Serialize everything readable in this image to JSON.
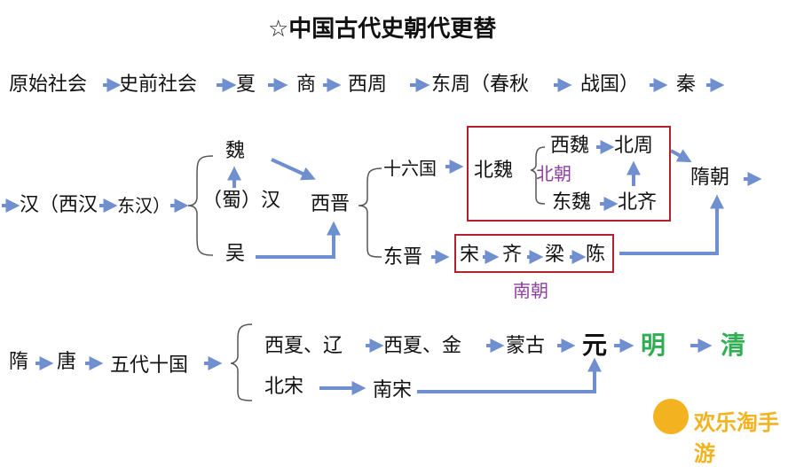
{
  "title": "☆中国古代史朝代更替",
  "row1": {
    "items": [
      "原始社会",
      "史前社会",
      "夏",
      "商",
      "西周",
      "东周（春秋",
      "战国）",
      "秦"
    ]
  },
  "row2": {
    "han": "汉（西汉",
    "donghan": "东汉）",
    "wei": "魏",
    "shuhan": "（蜀）汉",
    "wu": "吴",
    "xijin": "西晋",
    "shiliuguo": "十六国",
    "beiwei": "北魏",
    "beichao": "北朝",
    "xiwei": "西魏",
    "beizhou": "北周",
    "dongwei": "东魏",
    "beiqi": "北齐",
    "suichao": "隋朝",
    "dongjin": "东晋",
    "song": "宋",
    "qi": "齐",
    "liang": "梁",
    "chen": "陈",
    "nanchao": "南朝"
  },
  "row3": {
    "sui": "隋",
    "tang": "唐",
    "wudai": "五代十国",
    "xixia_liao": "西夏、辽",
    "xixia_jin": "西夏、金",
    "menggu": "蒙古",
    "yuan": "元",
    "ming": "明",
    "qing": "清",
    "beisong": "北宋",
    "nansong": "南宋"
  },
  "watermark": "欢乐淘手游",
  "colors": {
    "arrow": "#6f8fcf",
    "box": "#b3212f",
    "purple": "#8e3fa0",
    "green": "#2fae52"
  }
}
